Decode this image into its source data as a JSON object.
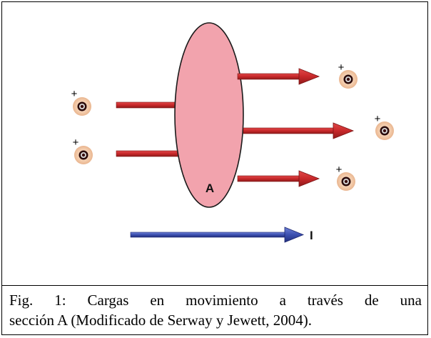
{
  "diagram": {
    "section_label": "A",
    "current_label": "I",
    "charge_sign": "+",
    "colors": {
      "section_fill": "#f2a3ad",
      "section_stroke": "#1a1a1a",
      "charge_arrow": "#c8282a",
      "charge_arrow_edge": "#7a1414",
      "current_arrow": "#3b4fb0",
      "current_arrow_edge": "#1c2670",
      "charge_halo": "#f2c9a8",
      "charge_core": "#5a1010"
    }
  },
  "caption": {
    "line1": "Fig. 1: Cargas en movimiento a través de una",
    "line2": "sección A (Modificado de Serway y Jewett, 2004)."
  }
}
